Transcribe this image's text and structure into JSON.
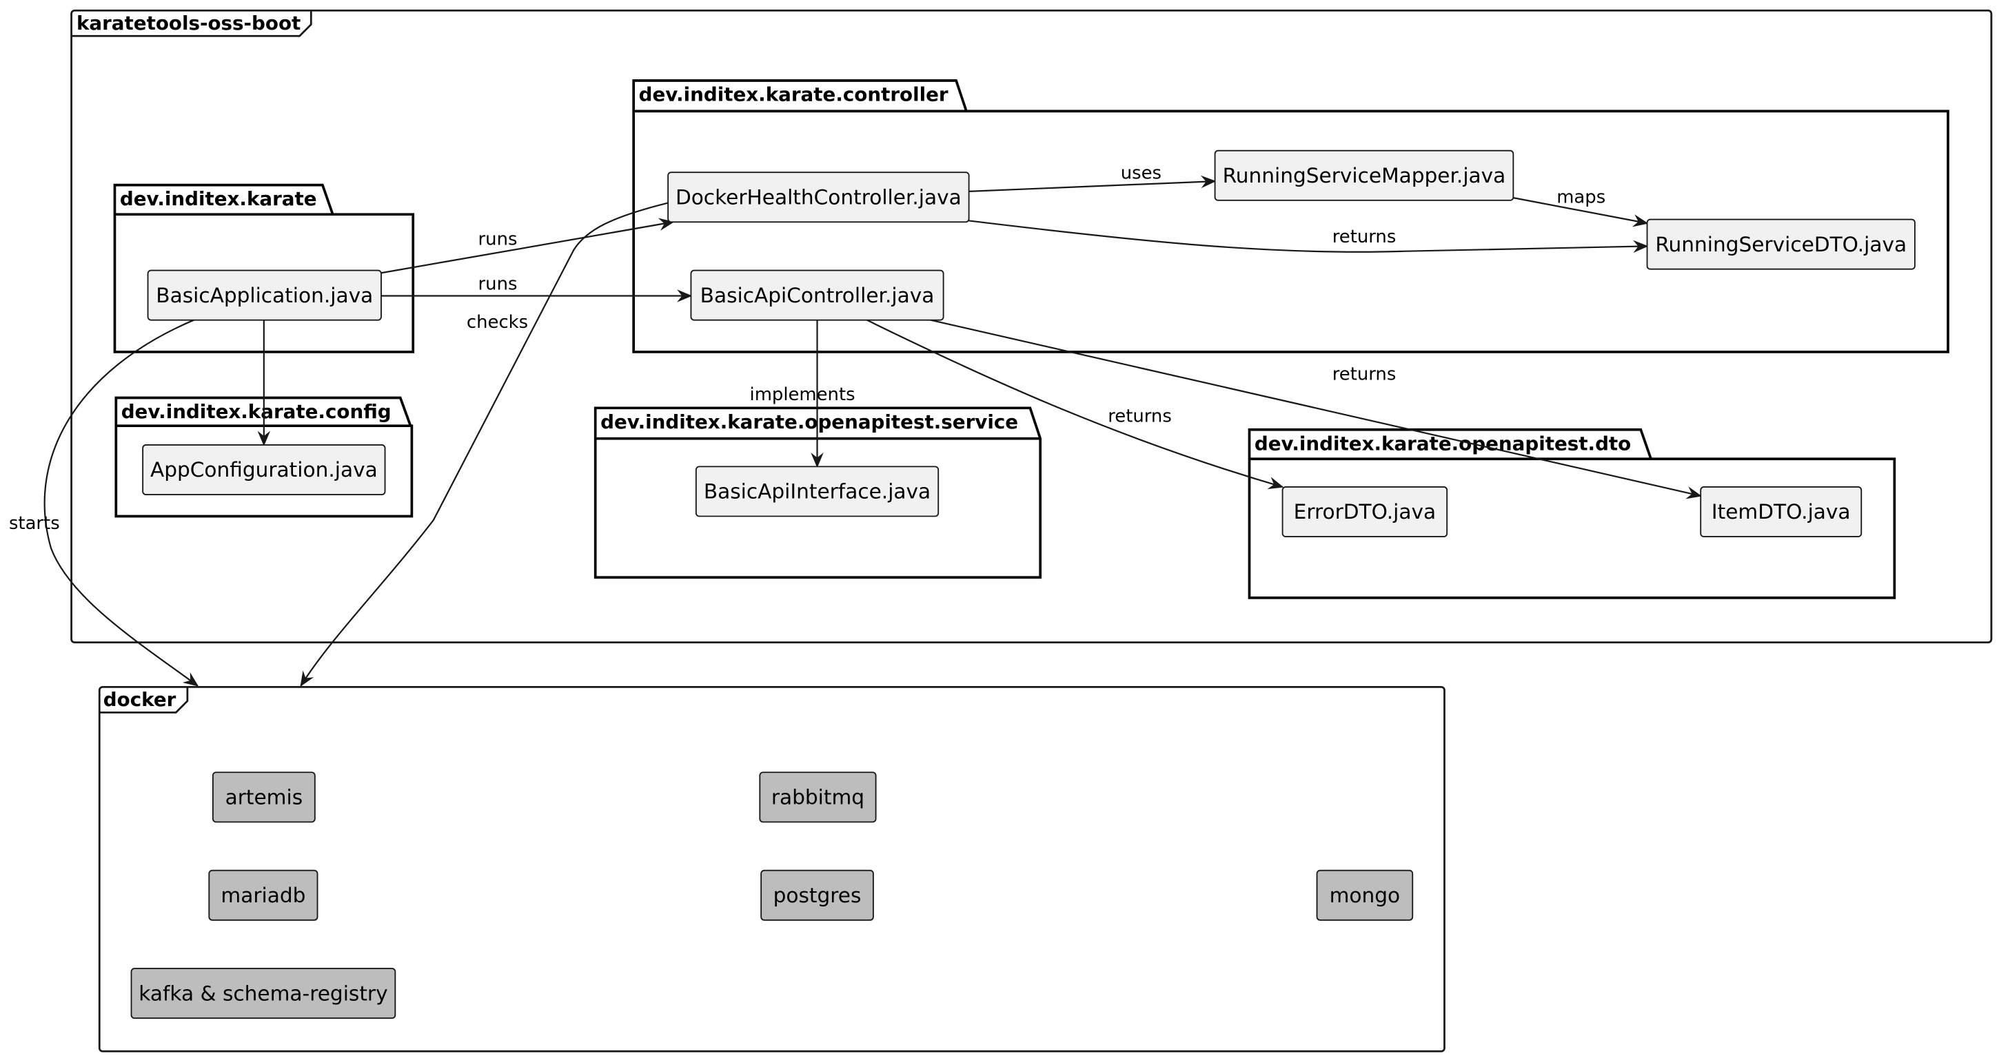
{
  "frames": {
    "boot": {
      "title": "karatetools-oss-boot"
    },
    "docker": {
      "title": "docker"
    }
  },
  "packages": {
    "karate": {
      "title": "dev.inditex.karate"
    },
    "config": {
      "title": "dev.inditex.karate.config"
    },
    "controller": {
      "title": "dev.inditex.karate.controller"
    },
    "service": {
      "title": "dev.inditex.karate.openapitest.service"
    },
    "dto": {
      "title": "dev.inditex.karate.openapitest.dto"
    }
  },
  "nodes": {
    "basic_application": "BasicApplication.java",
    "app_configuration": "AppConfiguration.java",
    "docker_health_controller": "DockerHealthController.java",
    "basic_api_controller": "BasicApiController.java",
    "running_service_mapper": "RunningServiceMapper.java",
    "running_service_dto": "RunningServiceDTO.java",
    "basic_api_interface": "BasicApiInterface.java",
    "error_dto": "ErrorDTO.java",
    "item_dto": "ItemDTO.java",
    "artemis": "artemis",
    "rabbitmq": "rabbitmq",
    "mariadb": "mariadb",
    "postgres": "postgres",
    "mongo": "mongo",
    "kafka": "kafka & schema-registry"
  },
  "edges": {
    "runs_health": "runs",
    "runs_api": "runs",
    "checks": "checks",
    "starts": "starts",
    "uses": "uses",
    "maps": "maps",
    "returns_running": "returns",
    "implements": "implements",
    "returns_error": "returns",
    "returns_item": "returns"
  },
  "colors": {
    "node_fill": "#f1f1f1",
    "docker_node_fill": "#bdbdbd",
    "stroke": "#181818"
  }
}
